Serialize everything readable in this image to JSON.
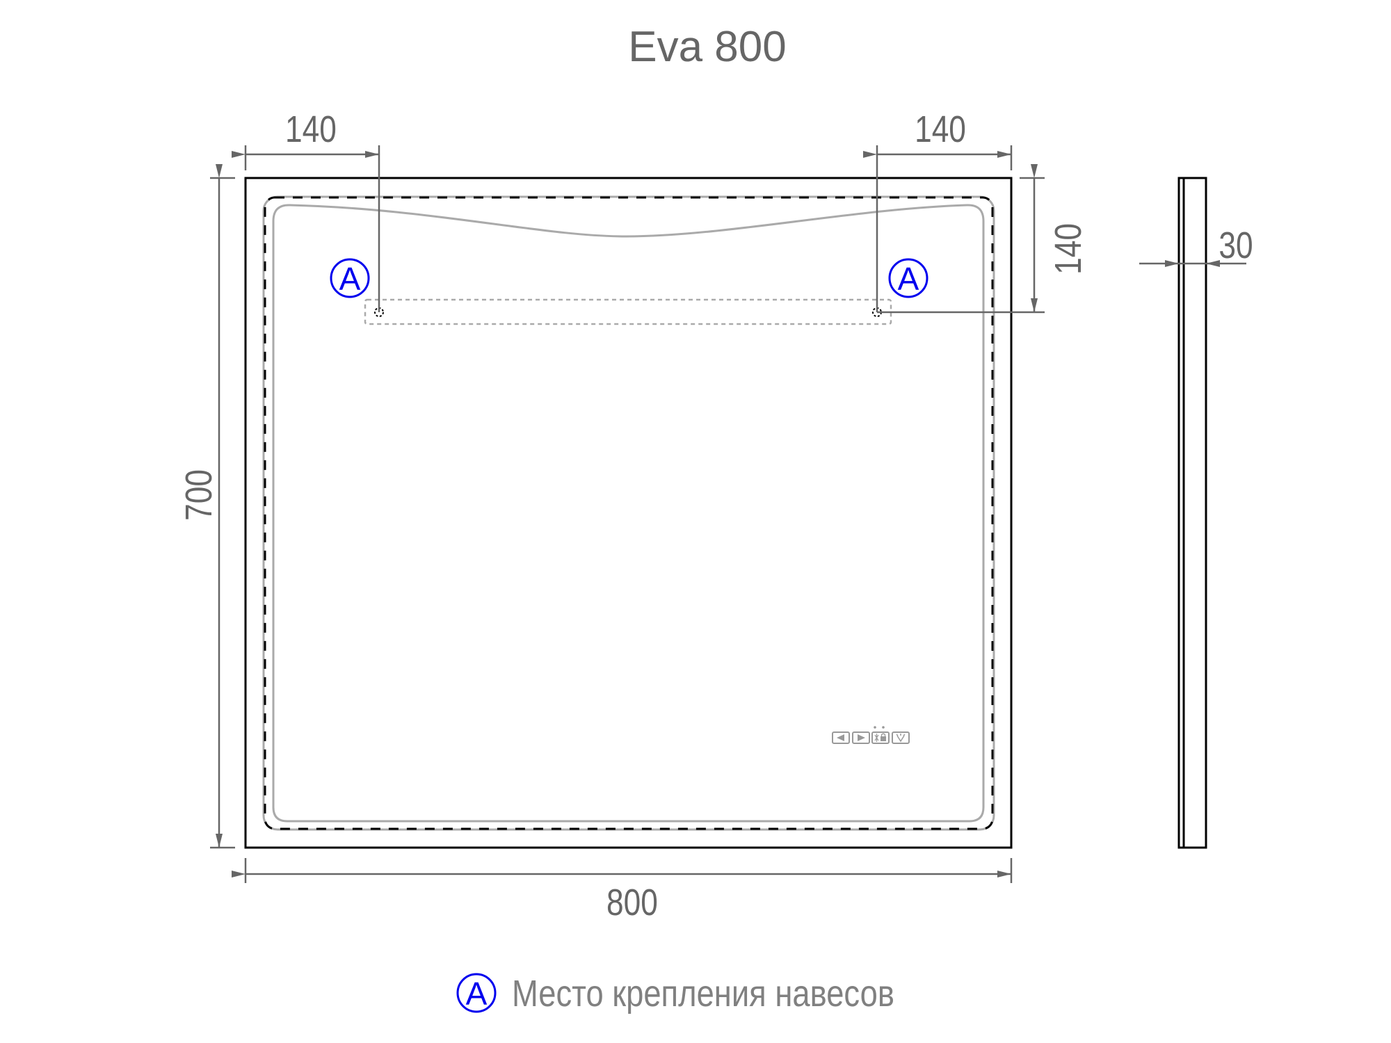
{
  "title": "Eva 800",
  "colors": {
    "frame": "#000000",
    "dimension": "#666666",
    "inner_line": "#aaaaaa",
    "marker": "#0000ee",
    "legend_text": "#808080"
  },
  "front_view": {
    "width_label": "800",
    "height_label": "700",
    "hinge_offset_left_label": "140",
    "hinge_offset_right_label": "140",
    "hinge_offset_top_label": "140",
    "markers": [
      {
        "label": "A",
        "position": "left"
      },
      {
        "label": "A",
        "position": "right"
      }
    ],
    "control_panel": {
      "buttons": [
        {
          "icon": "volume-down-icon"
        },
        {
          "icon": "volume-up-icon"
        },
        {
          "icon": "bluetooth-lock-icon"
        },
        {
          "icon": "light-bulb-icon"
        }
      ]
    }
  },
  "side_view": {
    "depth_label": "30"
  },
  "legend": {
    "marker": "A",
    "text": "Место крепления навесов"
  }
}
